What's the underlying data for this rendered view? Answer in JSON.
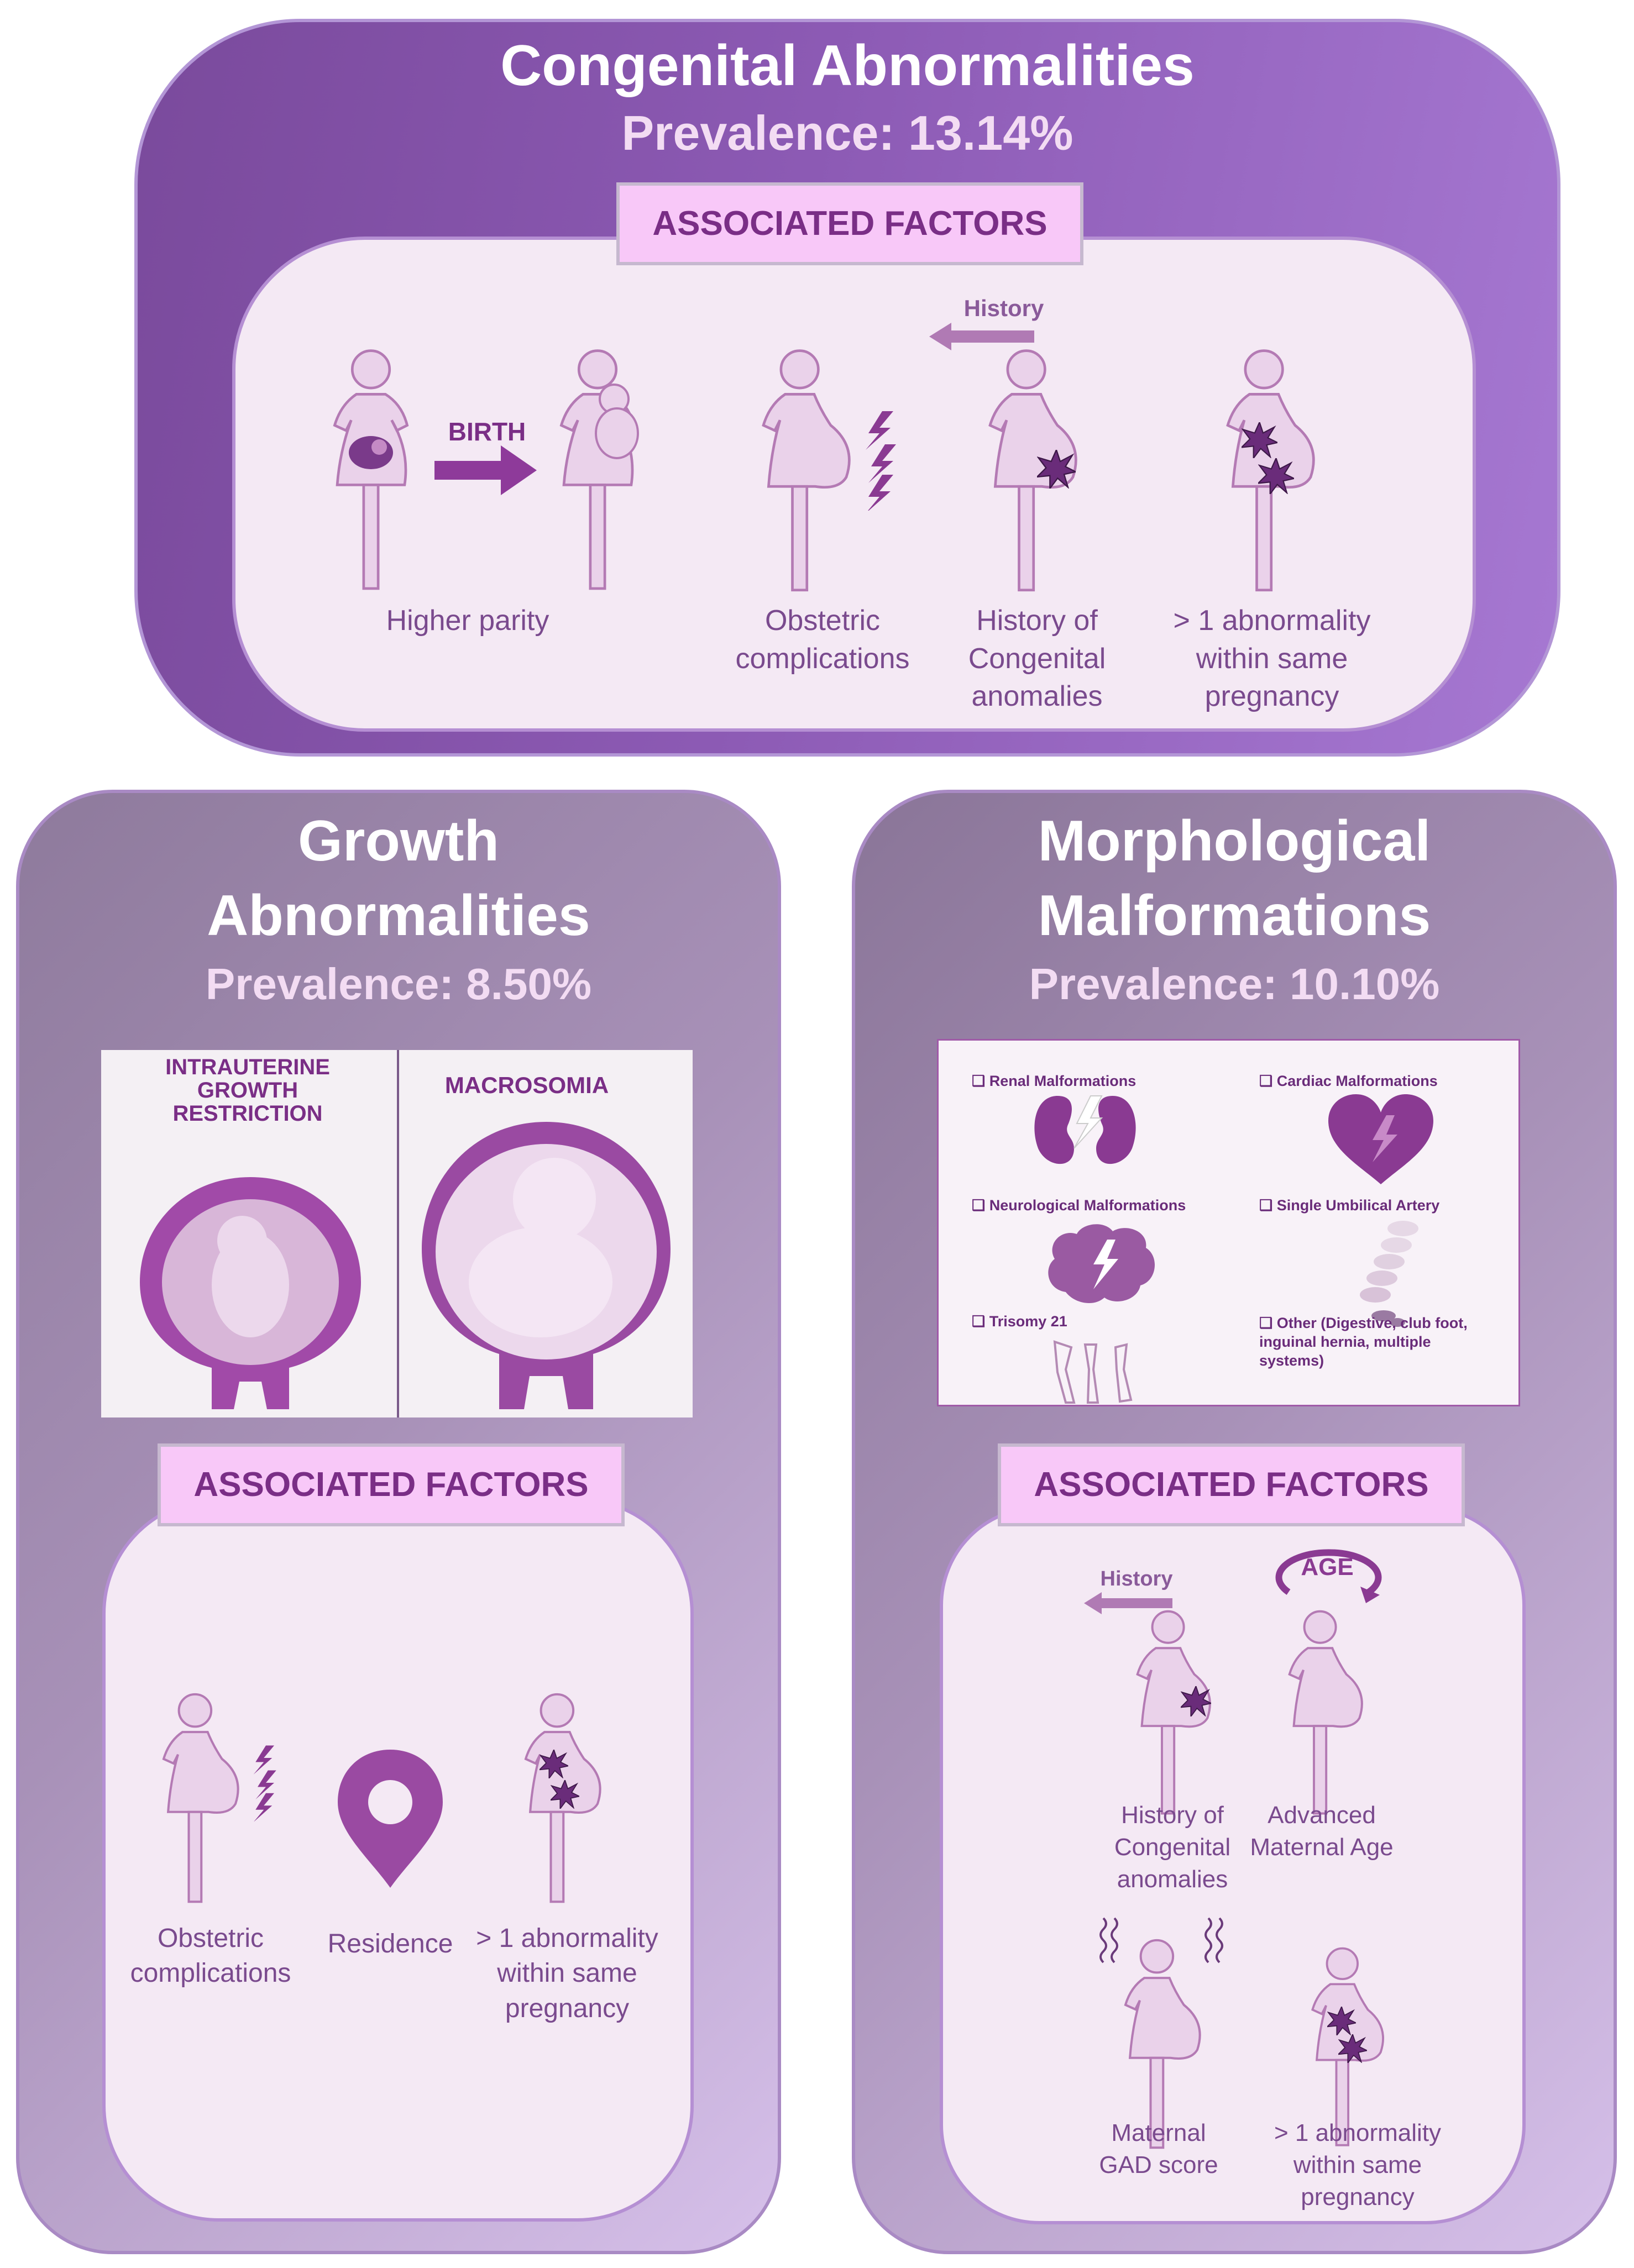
{
  "congenital": {
    "title": "Congenital Abnormalities",
    "prevalence": "Prevalence: 13.14%",
    "factors_heading": "ASSOCIATED FACTORS",
    "birth_label": "BIRTH",
    "history_label": "History",
    "factors": [
      {
        "label": "Higher parity"
      },
      {
        "label": "Obstetric complications"
      },
      {
        "label": "History of Congenital anomalies"
      },
      {
        "label": "> 1 abnormality within same pregnancy"
      }
    ]
  },
  "growth": {
    "title_line1": "Growth",
    "title_line2": "Abnormalities",
    "prevalence": "Prevalence: 8.50%",
    "iugr_label": "INTRAUTERINE GROWTH RESTRICTION",
    "macrosomia_label": "MACROSOMIA",
    "factors_heading": "ASSOCIATED FACTORS",
    "factors": [
      {
        "label": "Obstetric complications"
      },
      {
        "label": "Residence"
      },
      {
        "label": "> 1 abnormality within same pregnancy"
      }
    ]
  },
  "morphological": {
    "title_line1": "Morphological",
    "title_line2": "Malformations",
    "prevalence": "Prevalence: 10.10%",
    "types": {
      "renal": "Renal Malformations",
      "cardiac": "Cardiac Malformations",
      "neuro": "Neurological Malformations",
      "umbilical": "Single Umbilical Artery",
      "trisomy": "Trisomy 21",
      "other": "Other (Digestive, club foot, inguinal hernia, multiple systems)"
    },
    "factors_heading": "ASSOCIATED FACTORS",
    "history_label": "History",
    "age_label": "AGE",
    "factors": [
      {
        "label": "History of Congenital anomalies"
      },
      {
        "label": "Advanced Maternal Age"
      },
      {
        "label": "Maternal GAD score"
      },
      {
        "label": "> 1 abnormality within same pregnancy"
      }
    ]
  },
  "colors": {
    "accent": "#7a2e86",
    "figure_fill": "#ead2ea",
    "figure_stroke": "#b47ab4",
    "prevalence_text": "#f3dcf3"
  }
}
